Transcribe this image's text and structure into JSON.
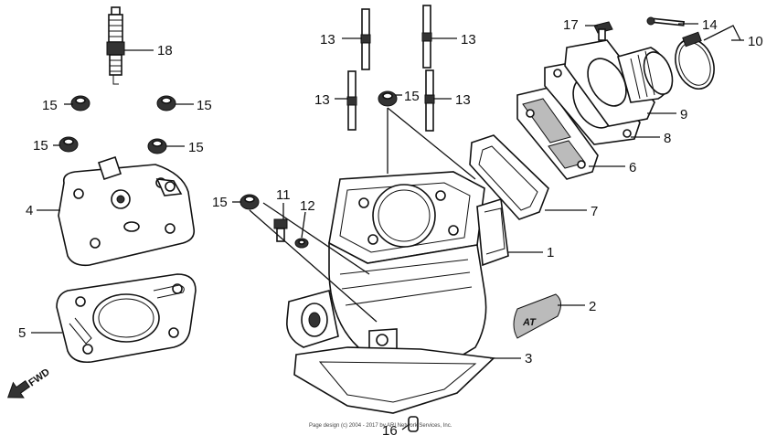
{
  "callouts": {
    "c1": "1",
    "c2": "2",
    "c3": "3",
    "c4": "4",
    "c5": "5",
    "c6": "6",
    "c7": "7",
    "c8": "8",
    "c9": "9",
    "c10": "10",
    "c11": "11",
    "c12": "12",
    "c13a": "13",
    "c13b": "13",
    "c13c": "13",
    "c13d": "13",
    "c14": "14",
    "c15a": "15",
    "c15b": "15",
    "c15c": "15",
    "c15d": "15",
    "c15e": "15",
    "c15f": "15",
    "c16": "16",
    "c17": "17",
    "c18": "18"
  },
  "decal_text": "AT",
  "fwd_label": "FWD",
  "copyright": "Page design (c) 2004 - 2017 by ARI Network Services, Inc."
}
